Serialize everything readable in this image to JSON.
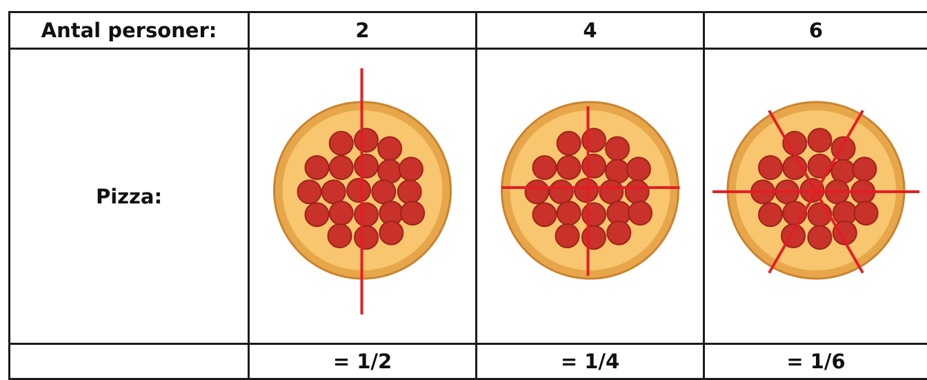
{
  "header": {
    "label": "Antal personer:",
    "counts": [
      "2",
      "4",
      "6"
    ]
  },
  "row_label": "Pizza:",
  "fractions": [
    "= 1/2",
    "= 1/4",
    "= 1/6"
  ],
  "pizzas": [
    {
      "slices": 2
    },
    {
      "slices": 4
    },
    {
      "slices": 6
    }
  ],
  "colors": {
    "cut_line": "#e31e24",
    "crust": "#e8a64a",
    "cheese": "#f7c66e",
    "pepperoni": "#c8322a",
    "border": "#1a1a1a"
  }
}
